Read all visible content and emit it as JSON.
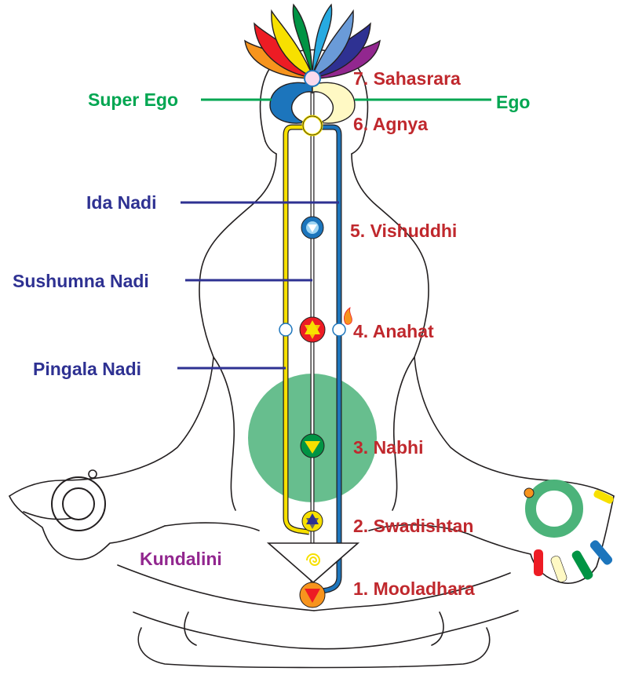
{
  "chakras": [
    {
      "label": "7. Sahasrara"
    },
    {
      "label": "6. Agnya"
    },
    {
      "label": "5. Vishuddhi"
    },
    {
      "label": "4. Anahat"
    },
    {
      "label": "3. Nabhi"
    },
    {
      "label": "2. Swadishtan"
    },
    {
      "label": "1. Mooladhara"
    }
  ],
  "nadis": {
    "ida": "Ida Nadi",
    "sushumna": "Sushumna Nadi",
    "pingala": "Pingala Nadi"
  },
  "ego": {
    "super_ego": "Super Ego",
    "ego": "Ego"
  },
  "kundalini": "Kundalini",
  "colors": {
    "chakra_label": "#c0282d",
    "nadi_label": "#2e3192",
    "ego_label": "#00a651",
    "kundalini_label": "#92278f",
    "ida_channel": "#1c75bc",
    "pingala_channel": "#f7e000",
    "nabhi_void": "#4cb37a",
    "outline": "#231f20"
  }
}
